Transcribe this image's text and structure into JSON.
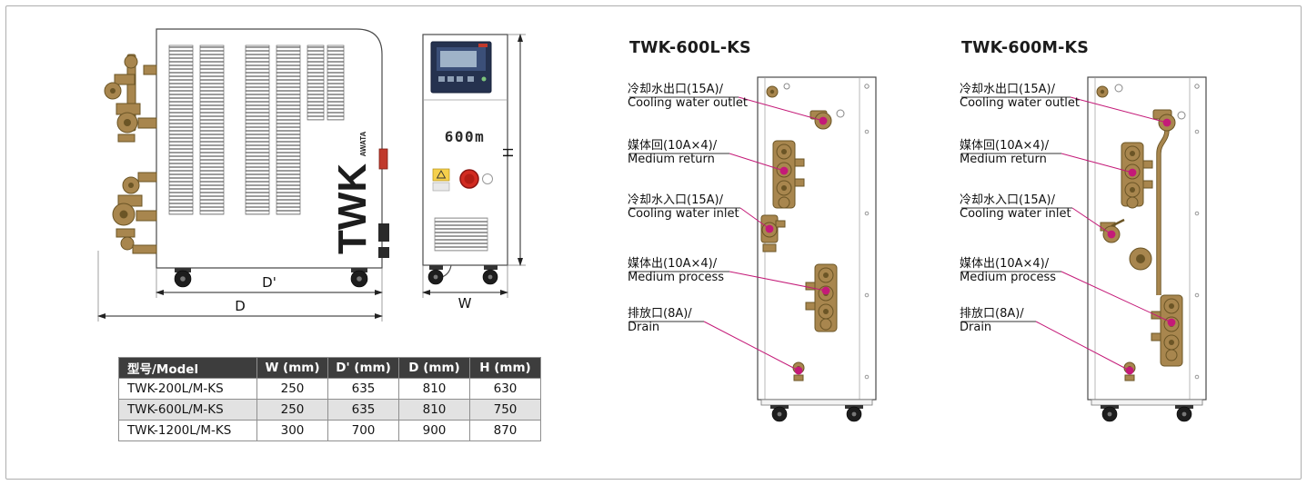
{
  "machine": {
    "logo": "TWK",
    "logo_sub": "AWATA",
    "front_model": "600m"
  },
  "dims": {
    "d_prime": "D'",
    "d": "D",
    "w": "W",
    "h": "H"
  },
  "table": {
    "headers": [
      "型号/Model",
      "W (mm)",
      "D' (mm)",
      "D (mm)",
      "H (mm)"
    ],
    "rows": [
      {
        "model": "TWK-200L/M-KS",
        "w": "250",
        "dp": "635",
        "d": "810",
        "h": "630"
      },
      {
        "model": "TWK-600L/M-KS",
        "w": "250",
        "dp": "635",
        "d": "810",
        "h": "750"
      },
      {
        "model": "TWK-1200L/M-KS",
        "w": "300",
        "dp": "700",
        "d": "900",
        "h": "870"
      }
    ]
  },
  "diagrams": [
    {
      "title": "TWK-600L-KS",
      "labels": [
        {
          "cn": "冷却水出口(15A)/",
          "en": "Cooling water outlet"
        },
        {
          "cn": "媒体回(10A×4)/",
          "en": "Medium return"
        },
        {
          "cn": "冷却水入口(15A)/",
          "en": "Cooling water inlet"
        },
        {
          "cn": "媒体出(10A×4)/",
          "en": "Medium process"
        },
        {
          "cn": "排放口(8A)/",
          "en": "Drain"
        }
      ]
    },
    {
      "title": "TWK-600M-KS",
      "labels": [
        {
          "cn": "冷却水出口(15A)/",
          "en": "Cooling water outlet"
        },
        {
          "cn": "媒体回(10A×4)/",
          "en": "Medium return"
        },
        {
          "cn": "冷却水入口(15A)/",
          "en": "Cooling water inlet"
        },
        {
          "cn": "媒体出(10A×4)/",
          "en": "Medium process"
        },
        {
          "cn": "排放口(8A)/",
          "en": "Drain"
        }
      ]
    }
  ],
  "colors": {
    "accent": "#c41a78",
    "brass": "#a8864e",
    "table_header_bg": "#3d3d3d"
  }
}
